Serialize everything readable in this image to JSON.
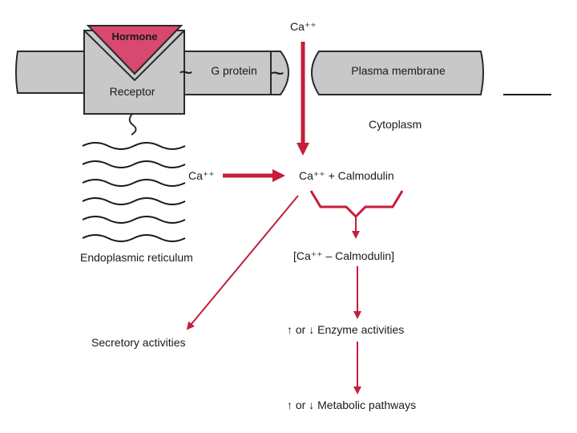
{
  "colors": {
    "membrane_fill": "#c8c8c8",
    "membrane_stroke": "#2a2a2a",
    "hormone_fill": "#d9486e",
    "arrow": "#c41e3a",
    "text": "#1a1a1a"
  },
  "labels": {
    "hormone": "Hormone",
    "receptor": "Receptor",
    "g_protein": "G protein",
    "plasma_membrane": "Plasma membrane",
    "ca_top": "Ca⁺⁺",
    "cytoplasm": "Cytoplasm",
    "ca_er": "Ca⁺⁺",
    "ca_calmodulin": "Ca⁺⁺ + Calmodulin",
    "endoplasmic_reticulum": "Endoplasmic reticulum",
    "ca_calmodulin_complex": "[Ca⁺⁺ – Calmodulin]",
    "secretory_activities": "Secretory activities",
    "enzyme_activities": "↑ or ↓ Enzyme activities",
    "metabolic_pathways": "↑ or ↓ Metabolic pathways"
  },
  "icons": {
    "tilde_left": "~",
    "tilde_right": "~"
  }
}
